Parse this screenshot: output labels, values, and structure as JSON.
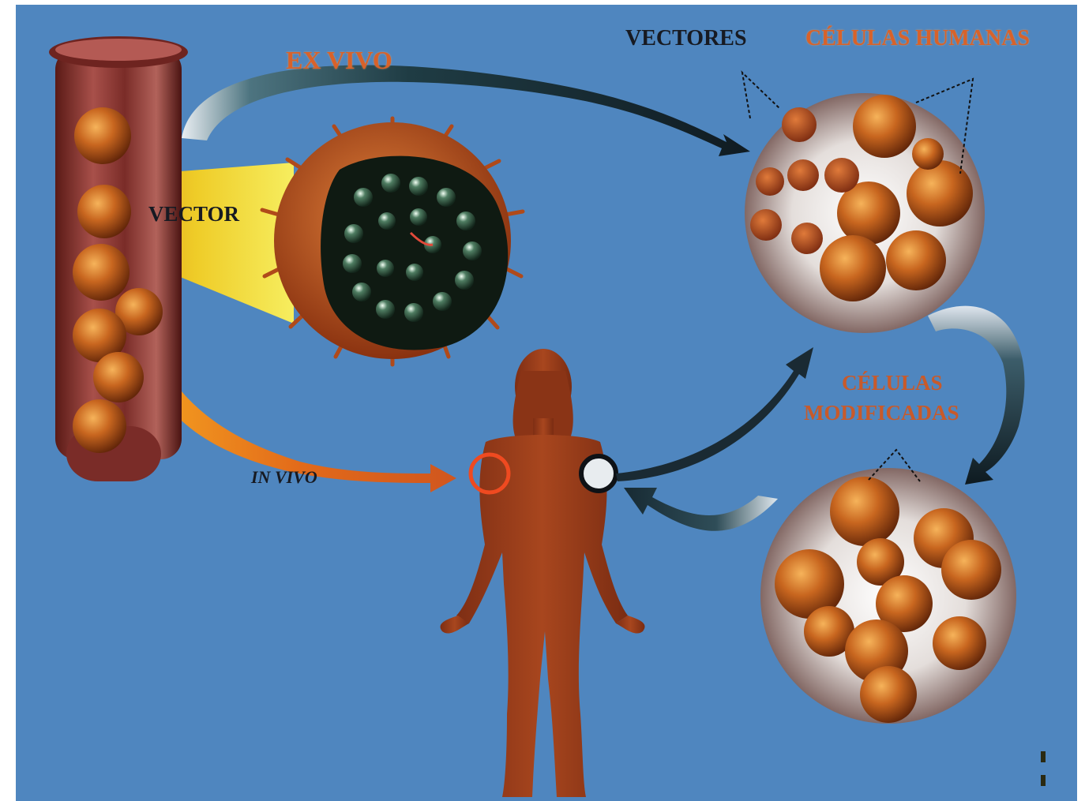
{
  "labels": {
    "ex_vivo": "EX VIVO",
    "vectores": "VECTORES",
    "celulas_humanas": "CÉLULAS HUMANAS",
    "vector": "VECTOR",
    "celulas_modificadas_line1": "CÉLULAS",
    "celulas_modificadas_line2": "MODIFICADAS",
    "in_vivo": "IN VIVO"
  },
  "colors": {
    "background": "#4f86bf",
    "cell_orange": "#c8661f",
    "body_brown": "#9a3c1a",
    "arrow_dark": "#1d2b33",
    "label_orange": "#d8622a"
  }
}
